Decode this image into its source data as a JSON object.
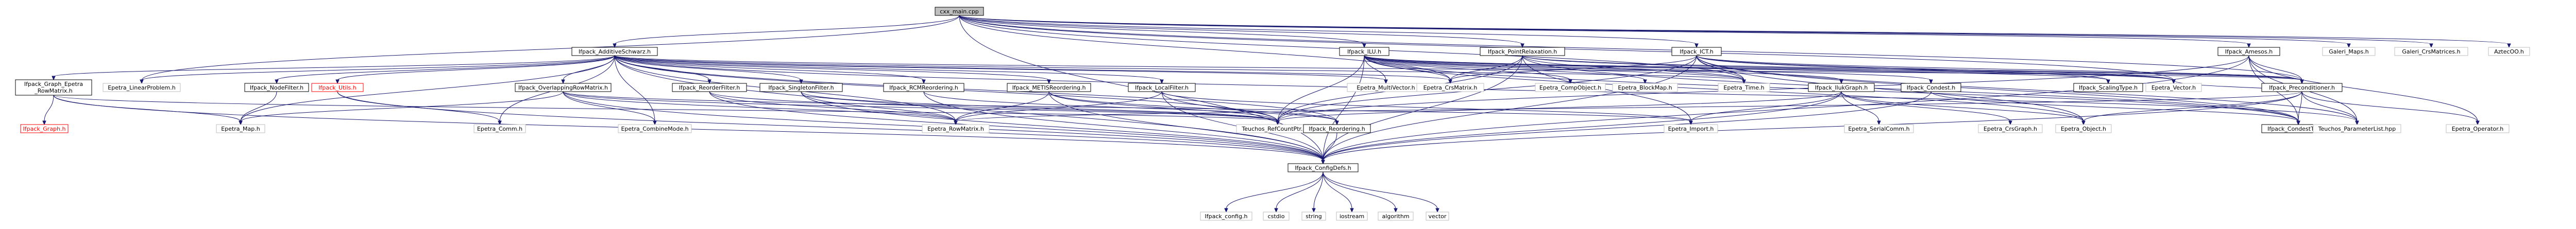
{
  "colors": {
    "edge": "#191970",
    "root_fill": "#bfbfbf",
    "node_border": "#000000",
    "nodoc_border": "#bfbfbf",
    "missing_border": "#ff0000"
  },
  "nodes": [
    {
      "id": "main",
      "label": "cxx_main.cpp",
      "style": "root"
    },
    {
      "id": "addfloc",
      "label": "Ifpack_AdditiveSchwarz.h",
      "style": "doc"
    },
    {
      "id": "ilu",
      "label": "Ifpack_ILU.h",
      "style": "doc"
    },
    {
      "id": "pointrel",
      "label": "Ifpack_PointRelaxation.h",
      "style": "doc"
    },
    {
      "id": "ict",
      "label": "Ifpack_ICT.h",
      "style": "doc"
    },
    {
      "id": "amesos",
      "label": "Ifpack_Amesos.h",
      "style": "doc"
    },
    {
      "id": "galmaps",
      "label": "Galeri_Maps.h",
      "style": "nodoc"
    },
    {
      "id": "galcrs",
      "label": "Galeri_CrsMatrices.h",
      "style": "nodoc"
    },
    {
      "id": "aztecoo",
      "label": "AztecOO.h",
      "style": "nodoc"
    },
    {
      "id": "graphepetra",
      "label": "Ifpack_Graph_Epetra_RowMatrix.h",
      "style": "doc"
    },
    {
      "id": "linprob",
      "label": "Epetra_LinearProblem.h",
      "style": "nodoc"
    },
    {
      "id": "nodefilter",
      "label": "Ifpack_NodeFilter.h",
      "style": "doc"
    },
    {
      "id": "utils",
      "label": "Ifpack_Utils.h",
      "style": "red"
    },
    {
      "id": "overlap",
      "label": "Ifpack_OverlappingRowMatrix.h",
      "style": "doc"
    },
    {
      "id": "reorderfilter",
      "label": "Ifpack_ReorderFilter.h",
      "style": "doc"
    },
    {
      "id": "singleton",
      "label": "Ifpack_SingletonFilter.h",
      "style": "doc"
    },
    {
      "id": "rcm",
      "label": "Ifpack_RCMReordering.h",
      "style": "doc"
    },
    {
      "id": "metis",
      "label": "Ifpack_METISReordering.h",
      "style": "doc"
    },
    {
      "id": "localfilter",
      "label": "Ifpack_LocalFilter.h",
      "style": "doc"
    },
    {
      "id": "multivec",
      "label": "Epetra_MultiVector.h",
      "style": "nodoc"
    },
    {
      "id": "crsmatrix",
      "label": "Epetra_CrsMatrix.h",
      "style": "nodoc"
    },
    {
      "id": "compobj",
      "label": "Epetra_CompObject.h",
      "style": "nodoc"
    },
    {
      "id": "blockmap",
      "label": "Epetra_BlockMap.h",
      "style": "nodoc"
    },
    {
      "id": "time",
      "label": "Epetra_Time.h",
      "style": "nodoc"
    },
    {
      "id": "ilukgraph",
      "label": "Ifpack_IlukGraph.h",
      "style": "doc"
    },
    {
      "id": "condest",
      "label": "Ifpack_Condest.h",
      "style": "doc"
    },
    {
      "id": "scaling",
      "label": "Ifpack_ScalingType.h",
      "style": "doc"
    },
    {
      "id": "vector",
      "label": "Epetra_Vector.h",
      "style": "nodoc"
    },
    {
      "id": "precond",
      "label": "Ifpack_Preconditioner.h",
      "style": "doc"
    },
    {
      "id": "graph",
      "label": "Ifpack_Graph.h",
      "style": "red"
    },
    {
      "id": "map",
      "label": "Epetra_Map.h",
      "style": "nodoc"
    },
    {
      "id": "comm",
      "label": "Epetra_Comm.h",
      "style": "nodoc"
    },
    {
      "id": "combmode",
      "label": "Epetra_CombineMode.h",
      "style": "nodoc"
    },
    {
      "id": "rowmatrix",
      "label": "Epetra_RowMatrix.h",
      "style": "nodoc"
    },
    {
      "id": "rcp",
      "label": "Teuchos_RefCountPtr.hpp",
      "style": "nodoc"
    },
    {
      "id": "reordering",
      "label": "Ifpack_Reordering.h",
      "style": "doc"
    },
    {
      "id": "import",
      "label": "Epetra_Import.h",
      "style": "nodoc"
    },
    {
      "id": "serialcomm",
      "label": "Epetra_SerialComm.h",
      "style": "nodoc"
    },
    {
      "id": "crsgraph",
      "label": "Epetra_CrsGraph.h",
      "style": "nodoc"
    },
    {
      "id": "object",
      "label": "Epetra_Object.h",
      "style": "nodoc"
    },
    {
      "id": "condtype",
      "label": "Ifpack_CondestType.h",
      "style": "doc"
    },
    {
      "id": "paramlist",
      "label": "Teuchos_ParameterList.hpp",
      "style": "nodoc"
    },
    {
      "id": "operator",
      "label": "Epetra_Operator.h",
      "style": "nodoc"
    },
    {
      "id": "configdefs",
      "label": "Ifpack_ConfigDefs.h",
      "style": "doc"
    },
    {
      "id": "config",
      "label": "Ifpack_config.h",
      "style": "nodoc"
    },
    {
      "id": "cstdio",
      "label": "cstdio",
      "style": "nodoc"
    },
    {
      "id": "string",
      "label": "string",
      "style": "nodoc"
    },
    {
      "id": "iostream",
      "label": "iostream",
      "style": "nodoc"
    },
    {
      "id": "algorithm",
      "label": "algorithm",
      "style": "nodoc"
    },
    {
      "id": "vectorstd",
      "label": "vector",
      "style": "nodoc"
    }
  ],
  "edges": [
    [
      "main",
      "addfloc"
    ],
    [
      "main",
      "ilu"
    ],
    [
      "main",
      "pointrel"
    ],
    [
      "main",
      "ict"
    ],
    [
      "main",
      "amesos"
    ],
    [
      "main",
      "galmaps"
    ],
    [
      "main",
      "galcrs"
    ],
    [
      "main",
      "aztecoo"
    ],
    [
      "main",
      "configdefs"
    ],
    [
      "main",
      "linprob"
    ],
    [
      "main",
      "crsmatrix"
    ],
    [
      "main",
      "time"
    ],
    [
      "main",
      "vector"
    ],
    [
      "main",
      "precond"
    ],
    [
      "addfloc",
      "graphepetra"
    ],
    [
      "addfloc",
      "linprob"
    ],
    [
      "addfloc",
      "nodefilter"
    ],
    [
      "addfloc",
      "utils"
    ],
    [
      "addfloc",
      "overlap"
    ],
    [
      "addfloc",
      "reorderfilter"
    ],
    [
      "addfloc",
      "singleton"
    ],
    [
      "addfloc",
      "rcm"
    ],
    [
      "addfloc",
      "metis"
    ],
    [
      "addfloc",
      "localfilter"
    ],
    [
      "addfloc",
      "multivec"
    ],
    [
      "addfloc",
      "crsmatrix"
    ],
    [
      "addfloc",
      "time"
    ],
    [
      "addfloc",
      "rowmatrix"
    ],
    [
      "addfloc",
      "map"
    ],
    [
      "addfloc",
      "comm"
    ],
    [
      "addfloc",
      "rcp"
    ],
    [
      "addfloc",
      "paramlist"
    ],
    [
      "addfloc",
      "configdefs"
    ],
    [
      "addfloc",
      "precond"
    ],
    [
      "addfloc",
      "combmode"
    ],
    [
      "addfloc",
      "reordering"
    ],
    [
      "graphepetra",
      "graph"
    ],
    [
      "graphepetra",
      "configdefs"
    ],
    [
      "graphepetra",
      "map"
    ],
    [
      "graphepetra",
      "rcp"
    ],
    [
      "nodefilter",
      "map"
    ],
    [
      "utils",
      "configdefs"
    ],
    [
      "utils",
      "comm"
    ],
    [
      "overlap",
      "configdefs"
    ],
    [
      "overlap",
      "rowmatrix"
    ],
    [
      "overlap",
      "combmode"
    ],
    [
      "overlap",
      "rcp"
    ],
    [
      "overlap",
      "map"
    ],
    [
      "overlap",
      "import"
    ],
    [
      "reorderfilter",
      "configdefs"
    ],
    [
      "reorderfilter",
      "rowmatrix"
    ],
    [
      "reorderfilter",
      "rcp"
    ],
    [
      "singleton",
      "configdefs"
    ],
    [
      "singleton",
      "rowmatrix"
    ],
    [
      "singleton",
      "rcp"
    ],
    [
      "rcm",
      "reordering"
    ],
    [
      "rcm",
      "configdefs"
    ],
    [
      "metis",
      "reordering"
    ],
    [
      "metis",
      "configdefs"
    ],
    [
      "metis",
      "rcp"
    ],
    [
      "metis",
      "rowmatrix"
    ],
    [
      "localfilter",
      "configdefs"
    ],
    [
      "localfilter",
      "rowmatrix"
    ],
    [
      "localfilter",
      "rcp"
    ],
    [
      "localfilter",
      "import"
    ],
    [
      "ilu",
      "configdefs"
    ],
    [
      "ilu",
      "precond"
    ],
    [
      "ilu",
      "condtype"
    ],
    [
      "ilu",
      "scaling"
    ],
    [
      "ilu",
      "ilukgraph"
    ],
    [
      "ilu",
      "crsmatrix"
    ],
    [
      "ilu",
      "compobj"
    ],
    [
      "ilu",
      "blockmap"
    ],
    [
      "ilu",
      "time"
    ],
    [
      "ilu",
      "rcp"
    ],
    [
      "ilu",
      "multivec"
    ],
    [
      "ilu",
      "vector"
    ],
    [
      "ilu",
      "condest"
    ],
    [
      "ilu",
      "object"
    ],
    [
      "pointrel",
      "configdefs"
    ],
    [
      "pointrel",
      "precond"
    ],
    [
      "pointrel",
      "condtype"
    ],
    [
      "pointrel",
      "time"
    ],
    [
      "pointrel",
      "import"
    ],
    [
      "pointrel",
      "rcp"
    ],
    [
      "pointrel",
      "crsmatrix"
    ],
    [
      "pointrel",
      "vector"
    ],
    [
      "ict",
      "configdefs"
    ],
    [
      "ict",
      "precond"
    ],
    [
      "ict",
      "condtype"
    ],
    [
      "ict",
      "scaling"
    ],
    [
      "ict",
      "crsmatrix"
    ],
    [
      "ict",
      "time"
    ],
    [
      "ict",
      "object"
    ],
    [
      "ict",
      "rcp"
    ],
    [
      "ict",
      "vector"
    ],
    [
      "ict",
      "paramlist"
    ],
    [
      "amesos",
      "precond"
    ],
    [
      "amesos",
      "condtype"
    ],
    [
      "amesos",
      "configdefs"
    ],
    [
      "amesos",
      "operator"
    ],
    [
      "amesos",
      "rcp"
    ],
    [
      "amesos",
      "paramlist"
    ],
    [
      "ilukgraph",
      "configdefs"
    ],
    [
      "ilukgraph",
      "crsgraph"
    ],
    [
      "ilukgraph",
      "import"
    ],
    [
      "ilukgraph",
      "rcp"
    ],
    [
      "ilukgraph",
      "serialcomm"
    ],
    [
      "ilukgraph",
      "object"
    ],
    [
      "condest",
      "condtype"
    ],
    [
      "condest",
      "configdefs"
    ],
    [
      "precond",
      "configdefs"
    ],
    [
      "precond",
      "condtype"
    ],
    [
      "precond",
      "operator"
    ],
    [
      "precond",
      "paramlist"
    ],
    [
      "precond",
      "vector"
    ],
    [
      "precond",
      "rowmatrix"
    ],
    [
      "precond",
      "object"
    ],
    [
      "reordering",
      "configdefs"
    ],
    [
      "configdefs",
      "config"
    ],
    [
      "configdefs",
      "cstdio"
    ],
    [
      "configdefs",
      "string"
    ],
    [
      "configdefs",
      "iostream"
    ],
    [
      "configdefs",
      "algorithm"
    ],
    [
      "configdefs",
      "vectorstd"
    ]
  ]
}
